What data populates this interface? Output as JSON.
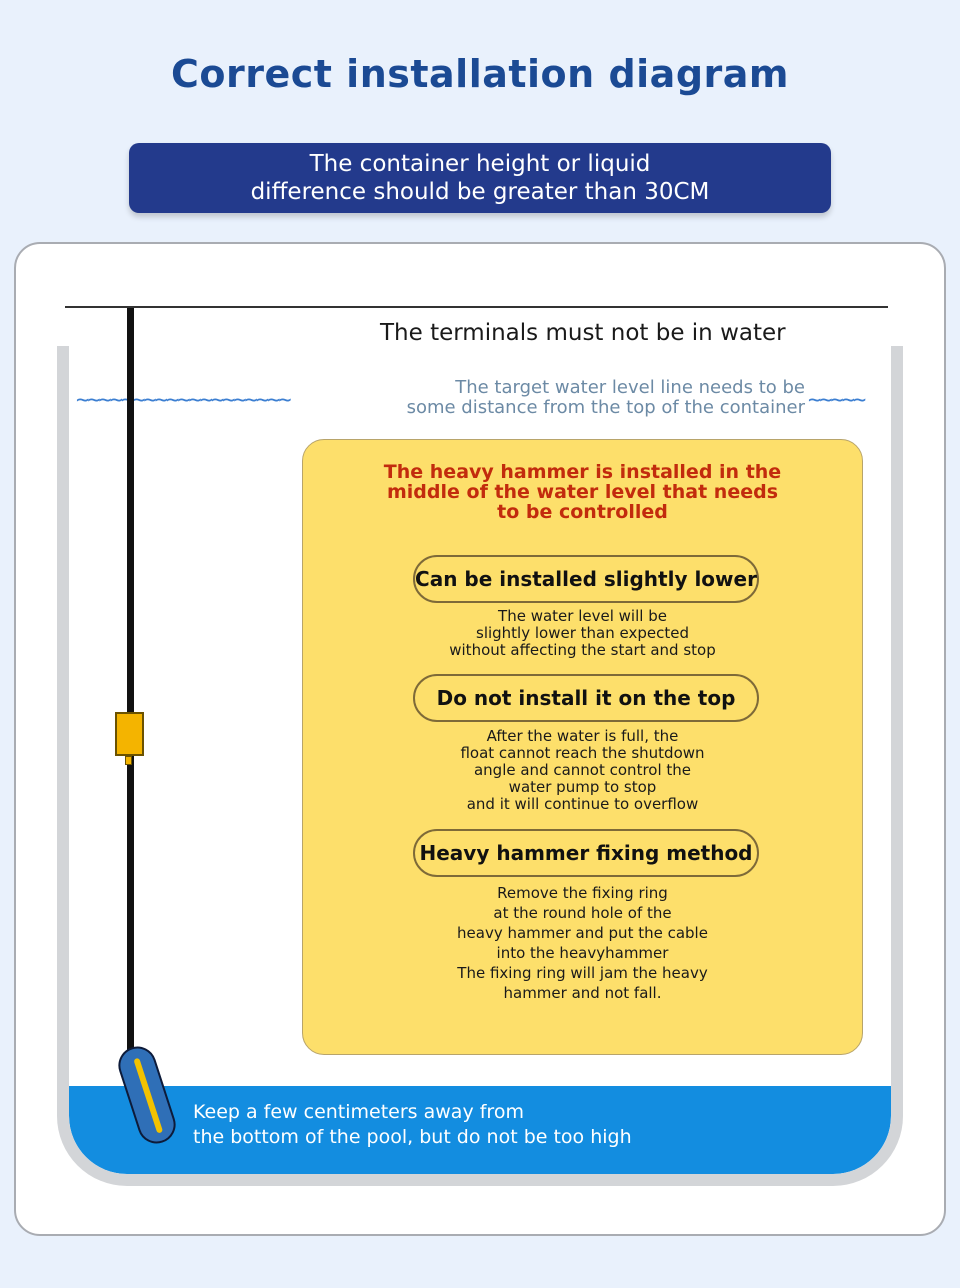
{
  "title": "Correct installation diagram",
  "banner": {
    "line1": "The container height or liquid",
    "line2": "difference should be greater than 30CM"
  },
  "diagram": {
    "terminals_note": "The terminals must not be in water",
    "target_line1": "The target water level line needs to be",
    "target_line2": "some distance from the top of the container",
    "wave_left": "~~~~~~~~~~~~~~~~~~~",
    "wave_right": "~~~~~",
    "hammer_note": {
      "line1": "The heavy hammer is installed in the",
      "line2": "middle of the water level that needs",
      "line3": "to be controlled"
    },
    "sections": [
      {
        "heading": "Can be installed slightly lower",
        "lines": [
          "The water level will be",
          "slightly lower than expected",
          "without affecting the start and stop"
        ]
      },
      {
        "heading": "Do not install it on the top",
        "lines": [
          "After the water is full, the",
          "float cannot reach the shutdown",
          "angle and cannot control the",
          "water pump to stop",
          "and it will continue to overflow"
        ]
      },
      {
        "heading": "Heavy hammer fixing method",
        "lines": [
          "Remove the fixing ring",
          "at the round hole of the",
          "heavy hammer and put the cable",
          "into the heavyhammer",
          "The fixing ring will jam the heavy",
          "hammer and not fall."
        ]
      }
    ],
    "bottom_note": {
      "line1": "Keep a few centimeters away from",
      "line2": "the bottom of the pool, but do not be too high"
    }
  },
  "colors": {
    "title": "#1b4a94",
    "banner": "#233a8c",
    "warning": "#c22b0d",
    "water": "#138de0",
    "note_box": "#fddf6b"
  }
}
